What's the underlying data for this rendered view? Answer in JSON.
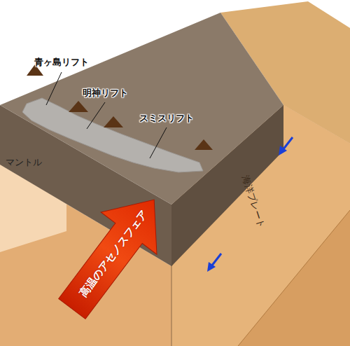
{
  "diagram": {
    "labels": [
      "青ヶ島リフト",
      "明神リフト",
      "スミスリフト",
      "マントル",
      "海洋プレート",
      "高温のアセノスフェア"
    ]
  }
}
